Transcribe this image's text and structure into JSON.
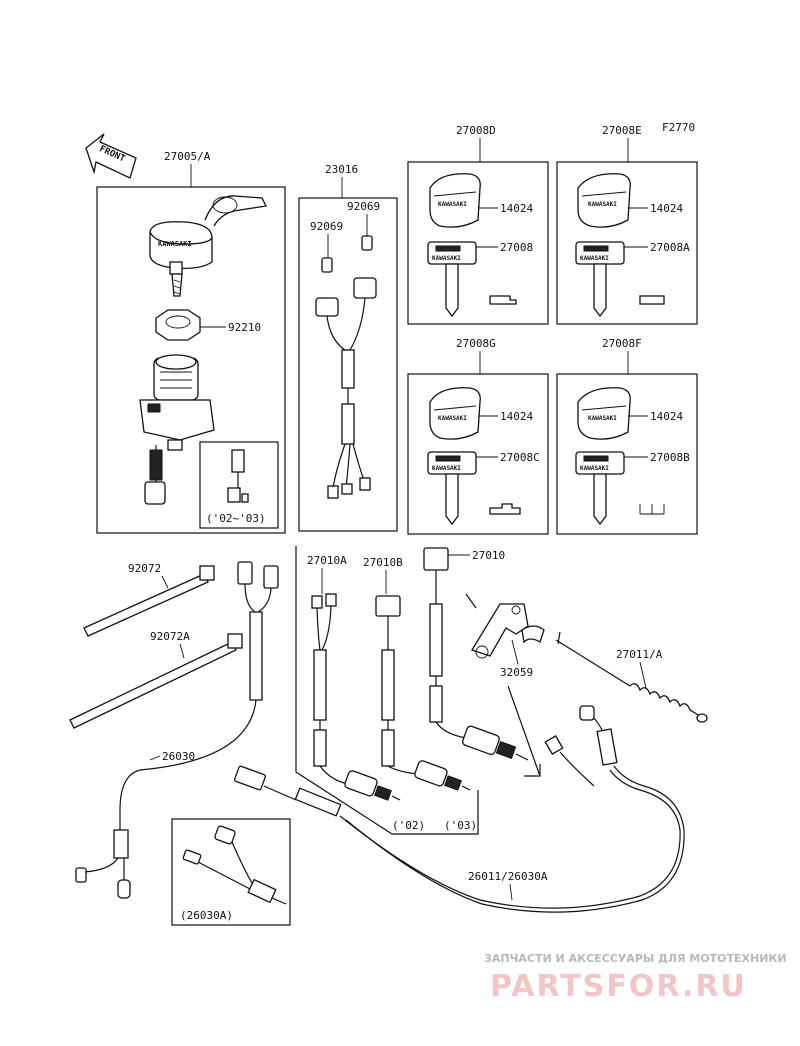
{
  "figure_code": "F2770",
  "front_label": "FRONT",
  "parts": {
    "p27005A": "27005/A",
    "p23016": "23016",
    "p92069_top": "92069",
    "p92069_left": "92069",
    "p92210": "92210",
    "p27008D": "27008D",
    "p27008E": "27008E",
    "p27008G": "27008G",
    "p27008F": "27008F",
    "p14024_d": "14024",
    "p14024_e": "14024",
    "p14024_g": "14024",
    "p14024_f": "14024",
    "p27008": "27008",
    "p27008A": "27008A",
    "p27008C": "27008C",
    "p27008B": "27008B",
    "p92072": "92072",
    "p92072A": "92072A",
    "p26030": "26030",
    "p27010A": "27010A",
    "p27010B": "27010B",
    "p27010": "27010",
    "p32059": "32059",
    "p27011A": "27011/A",
    "p26011": "26011/26030A",
    "p26030A": "(26030A)"
  },
  "year_notes": {
    "y0203": "('02~'03)",
    "y02": "('02)",
    "y03": "('03)"
  },
  "key_brand": "KAWASAKI",
  "watermark": {
    "tagline": "ЗАПЧАСТИ И АКСЕССУАРЫ ДЛЯ МОТОТЕХНИКИ",
    "logo": "PARTSFOR.RU"
  }
}
